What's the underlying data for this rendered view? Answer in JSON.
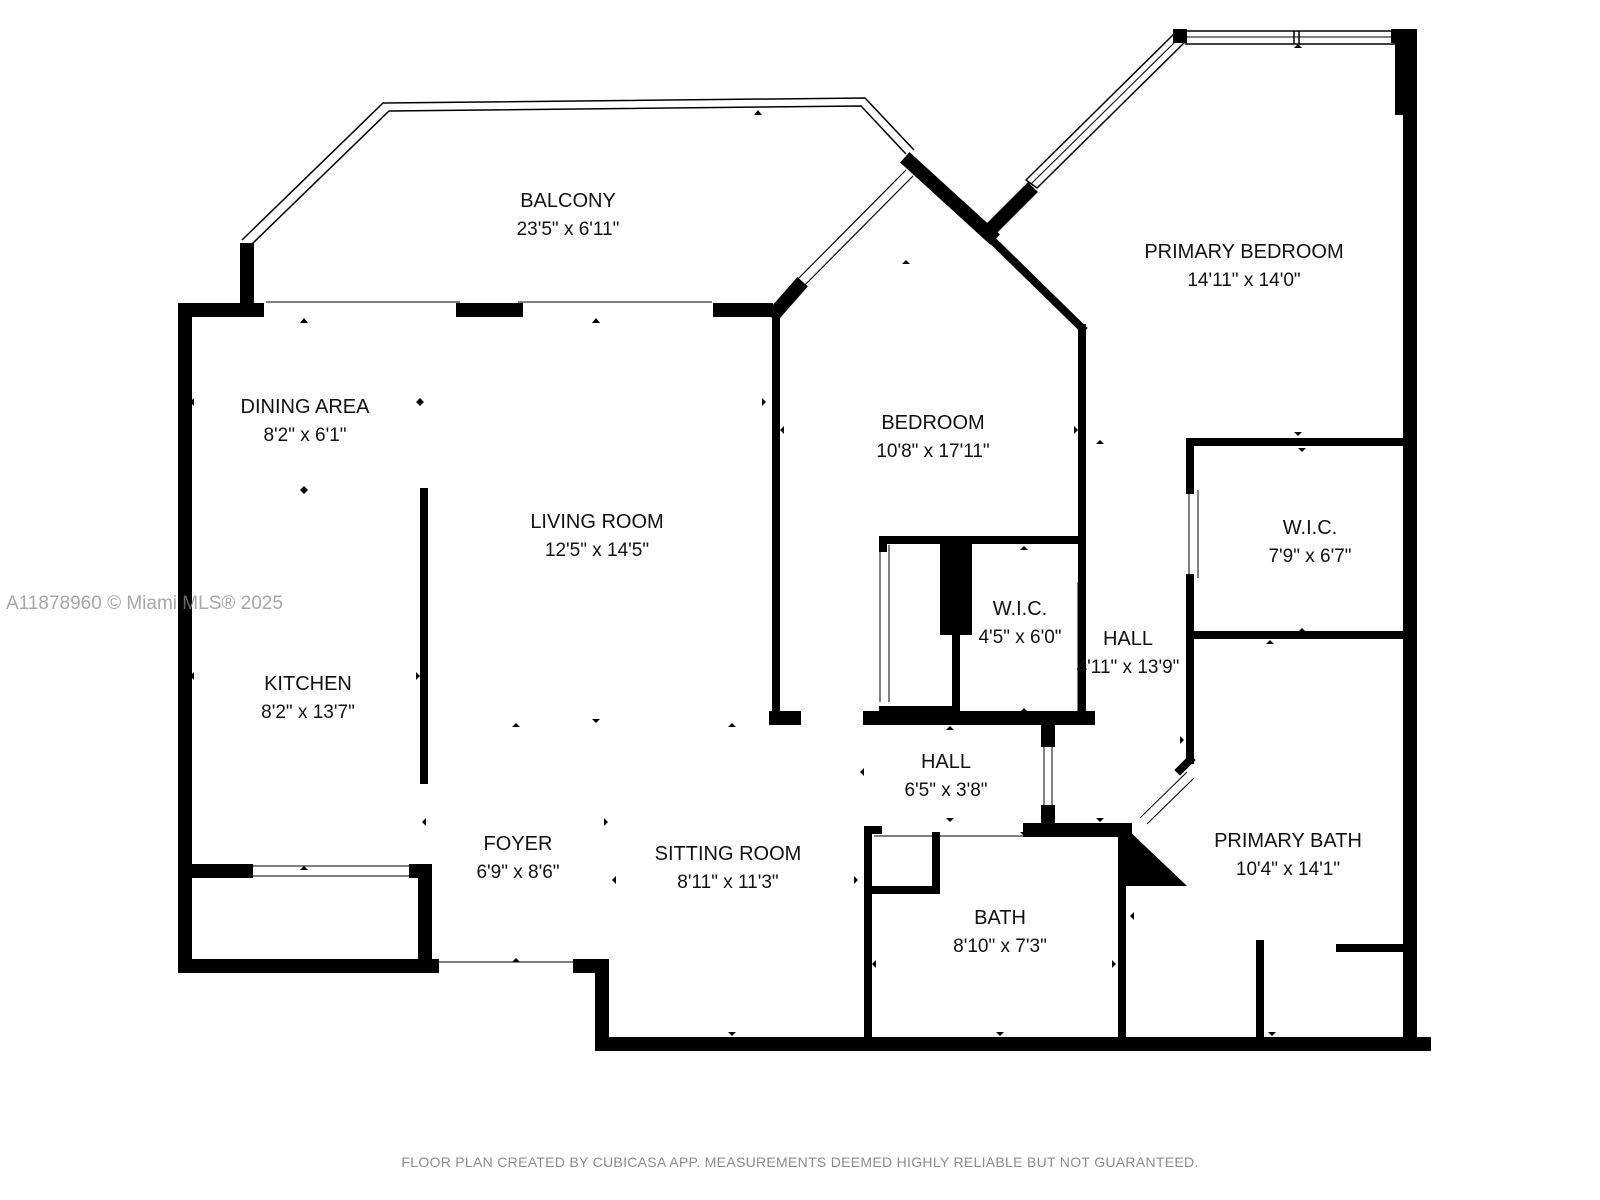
{
  "watermark": "A11878960 © Miami MLS® 2025",
  "footer": "FLOOR PLAN CREATED BY CUBICASA APP. MEASUREMENTS DEEMED HIGHLY RELIABLE BUT NOT GUARANTEED.",
  "rooms": {
    "balcony": {
      "name": "BALCONY",
      "dim": "23'5\" x 6'11\""
    },
    "primary_bedroom": {
      "name": "PRIMARY BEDROOM",
      "dim": "14'11\" x 14'0\""
    },
    "dining_area": {
      "name": "DINING AREA",
      "dim": "8'2\" x 6'1\""
    },
    "bedroom": {
      "name": "BEDROOM",
      "dim": "10'8\" x 17'11\""
    },
    "living_room": {
      "name": "LIVING ROOM",
      "dim": "12'5\" x 14'5\""
    },
    "wic_primary": {
      "name": "W.I.C.",
      "dim": "7'9\" x 6'7\""
    },
    "wic_bedroom": {
      "name": "W.I.C.",
      "dim": "4'5\" x 6'0\""
    },
    "hall_main": {
      "name": "HALL",
      "dim": "4'11\" x 13'9\""
    },
    "kitchen": {
      "name": "KITCHEN",
      "dim": "8'2\" x 13'7\""
    },
    "hall_small": {
      "name": "HALL",
      "dim": "6'5\" x 3'8\""
    },
    "foyer": {
      "name": "FOYER",
      "dim": "6'9\" x 8'6\""
    },
    "sitting_room": {
      "name": "SITTING ROOM",
      "dim": "8'11\" x 11'3\""
    },
    "primary_bath": {
      "name": "PRIMARY BATH",
      "dim": "10'4\" x 14'1\""
    },
    "bath": {
      "name": "BATH",
      "dim": "8'10\" x 7'3\""
    }
  }
}
